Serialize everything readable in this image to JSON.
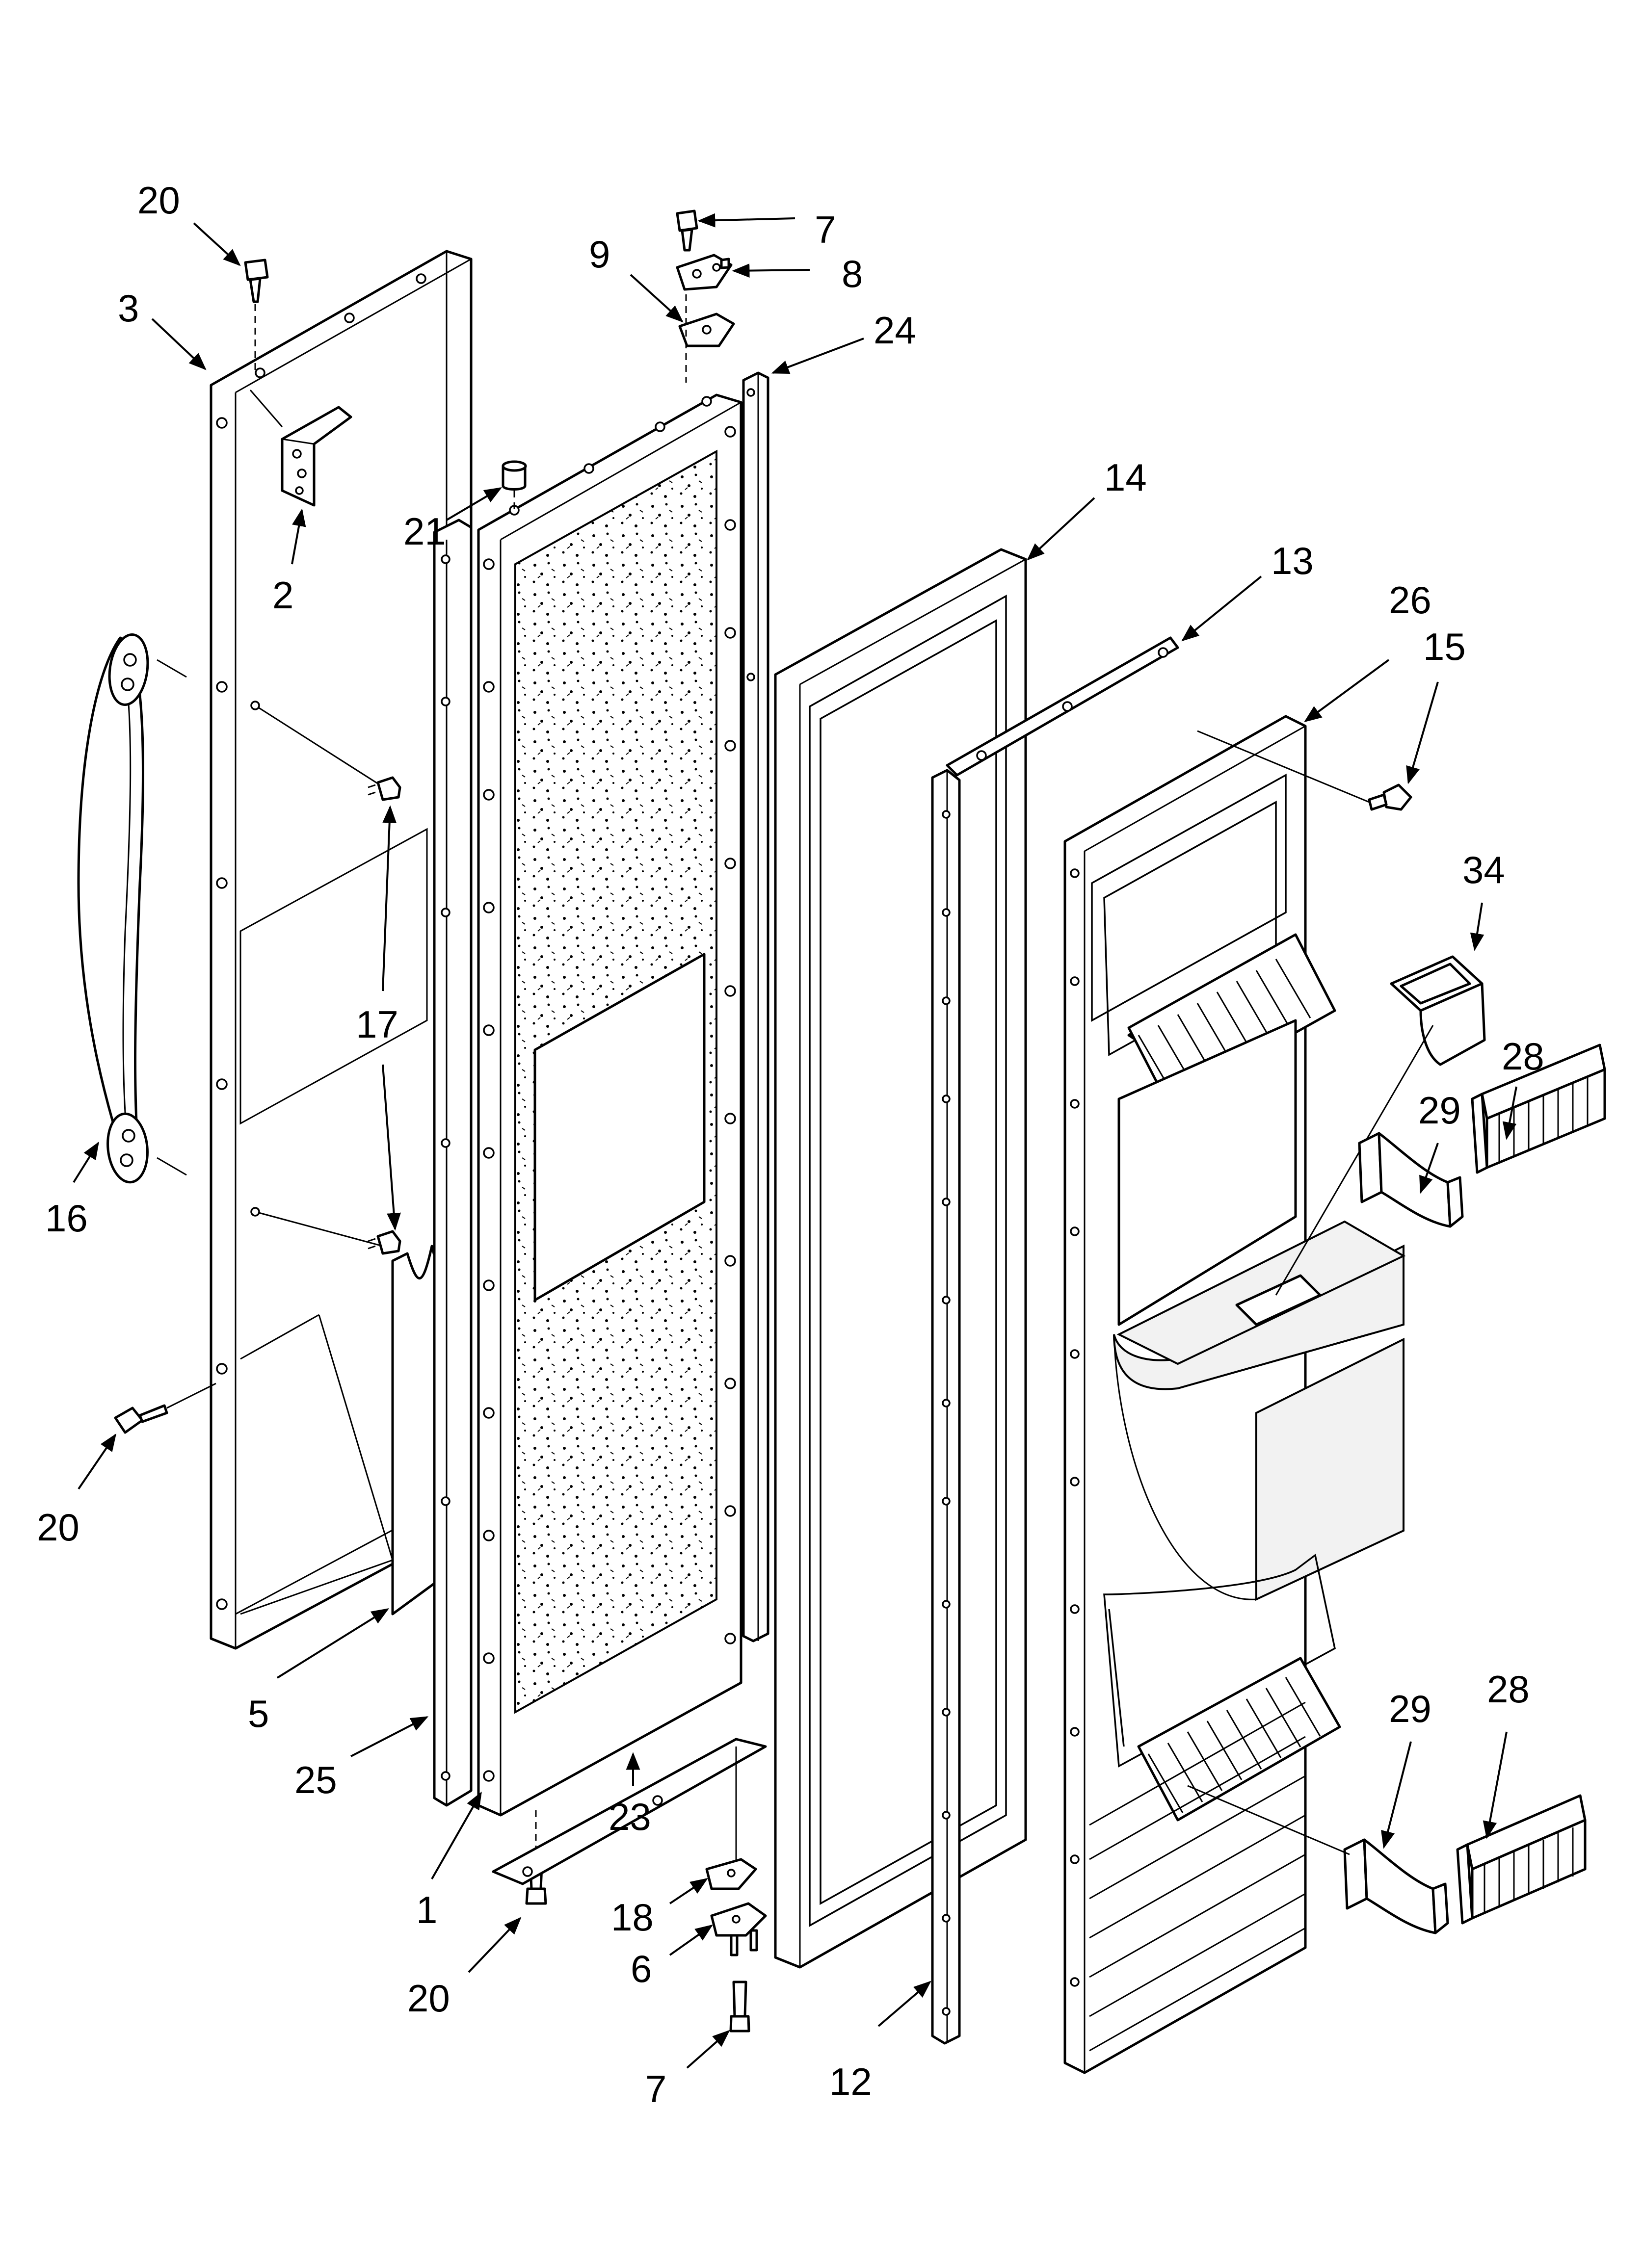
{
  "diagram": {
    "callouts": [
      {
        "label": "20"
      },
      {
        "label": "3"
      },
      {
        "label": "2"
      },
      {
        "label": "16"
      },
      {
        "label": "17"
      },
      {
        "label": "20"
      },
      {
        "label": "5"
      },
      {
        "label": "25"
      },
      {
        "label": "21"
      },
      {
        "label": "1"
      },
      {
        "label": "20"
      },
      {
        "label": "7"
      },
      {
        "label": "8"
      },
      {
        "label": "9"
      },
      {
        "label": "24"
      },
      {
        "label": "23"
      },
      {
        "label": "18"
      },
      {
        "label": "6"
      },
      {
        "label": "7"
      },
      {
        "label": "14"
      },
      {
        "label": "13"
      },
      {
        "label": "26"
      },
      {
        "label": "15"
      },
      {
        "label": "34"
      },
      {
        "label": "28"
      },
      {
        "label": "29"
      },
      {
        "label": "29"
      },
      {
        "label": "28"
      },
      {
        "label": "12"
      }
    ]
  }
}
